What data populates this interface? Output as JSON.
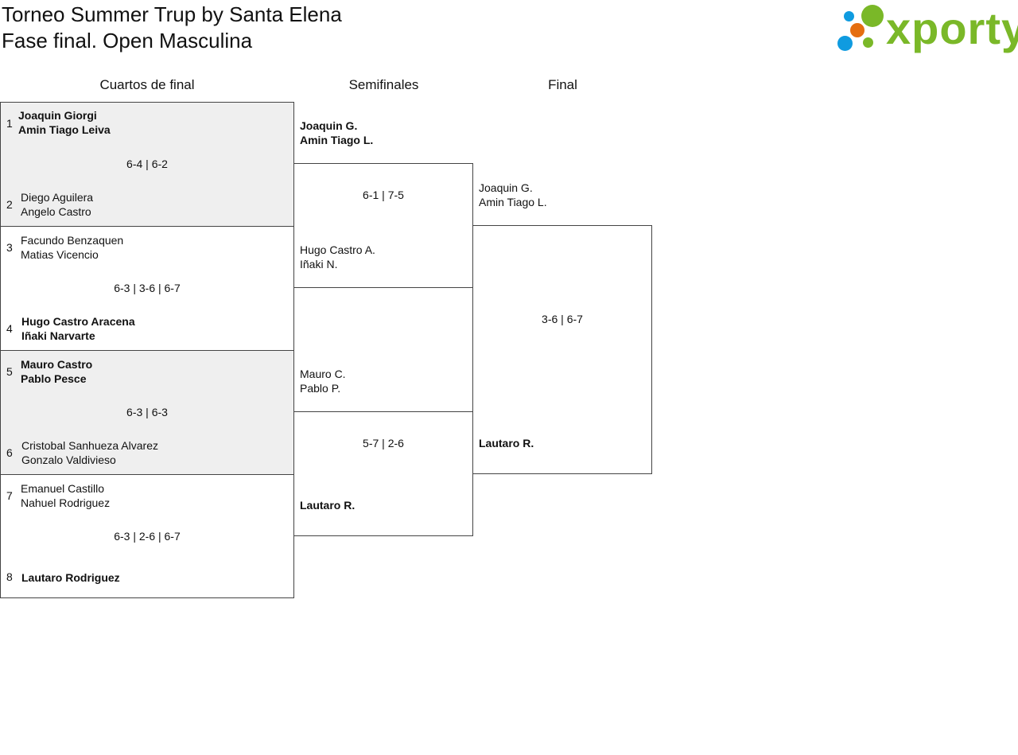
{
  "header": {
    "title_line1": "Torneo Summer Trup by Santa Elena",
    "title_line2": "Fase final. Open Masculina",
    "logo_text": "xporty"
  },
  "rounds": {
    "quarterfinals": "Cuartos de final",
    "semifinals": "Semifinales",
    "final": "Final"
  },
  "quarterfinals": [
    {
      "score": "6-4 | 6-2",
      "top": {
        "seed": "1",
        "p1": "Joaquin Giorgi",
        "p2": "Amin Tiago Leiva",
        "winner": true
      },
      "bottom": {
        "seed": "2",
        "p1": "Diego Aguilera",
        "p2": "Angelo Castro",
        "winner": false
      }
    },
    {
      "score": "6-3 | 3-6 | 6-7",
      "top": {
        "seed": "3",
        "p1": "Facundo Benzaquen",
        "p2": "Matias Vicencio",
        "winner": false
      },
      "bottom": {
        "seed": "4",
        "p1": "Hugo Castro Aracena",
        "p2": "Iñaki Narvarte",
        "winner": true
      }
    },
    {
      "score": "6-3 | 6-3",
      "top": {
        "seed": "5",
        "p1": "Mauro Castro",
        "p2": "Pablo Pesce",
        "winner": true
      },
      "bottom": {
        "seed": "6",
        "p1": "Cristobal Sanhueza Alvarez",
        "p2": "Gonzalo Valdivieso",
        "winner": false
      }
    },
    {
      "score": "6-3 | 2-6 | 6-7",
      "top": {
        "seed": "7",
        "p1": "Emanuel Castillo",
        "p2": "Nahuel Rodriguez",
        "winner": false
      },
      "bottom": {
        "seed": "8",
        "p1": "Lautaro Rodriguez",
        "p2": "",
        "winner": true
      }
    }
  ],
  "semifinals": [
    {
      "score": "6-1 | 7-5",
      "top": {
        "p1": "Joaquin G.",
        "p2": "Amin Tiago L.",
        "winner": true
      },
      "bottom": {
        "p1": "Hugo Castro A.",
        "p2": "Iñaki N.",
        "winner": false
      }
    },
    {
      "score": "5-7 | 2-6",
      "top": {
        "p1": "Mauro C.",
        "p2": "Pablo P.",
        "winner": false
      },
      "bottom": {
        "p1": "Lautaro R.",
        "p2": "",
        "winner": true
      }
    }
  ],
  "final": {
    "score": "3-6 | 6-7",
    "top": {
      "p1": "Joaquin G.",
      "p2": "Amin Tiago L.",
      "winner": false
    },
    "bottom": {
      "p1": "Lautaro R.",
      "p2": "",
      "winner": true
    }
  },
  "colors": {
    "logo_green": "#7ab828",
    "logo_blue": "#0f9be0",
    "logo_orange": "#e56e10",
    "shaded_box": "#efefef"
  }
}
